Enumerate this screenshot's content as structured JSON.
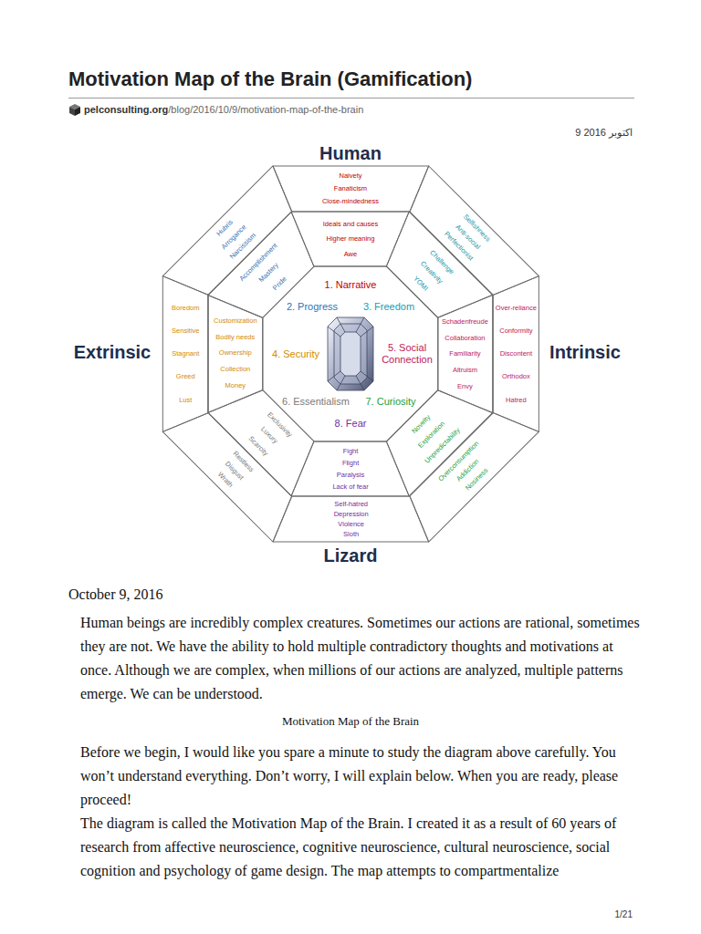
{
  "diagram": {
    "title": "Motivation Map of the Brain (Gamification)",
    "caption": "Motivation Map of the Brain",
    "nodes": [
      {
        "text": [
          "Naivety",
          "Fanaticism",
          "Close-mindedness"
        ]
      },
      {
        "text": [
          "Ideals and causes",
          "Higher meaning",
          "Awe"
        ]
      },
      {
        "text": [
          "Hubris",
          "Arrogance",
          "Narcissism"
        ]
      },
      {
        "text": [
          "Accomplishment",
          "Mastery",
          "Pride"
        ]
      },
      {
        "text": [
          "Challenge",
          "Creativity",
          "YOMI"
        ]
      },
      {
        "text": [
          "Selfishness",
          "Anti-social",
          "Perfectionist"
        ]
      },
      {
        "text": [
          "1. Narrative",
          "2. Progress",
          "3. Freedom",
          "4. Security",
          "5. Social Connection",
          "6. Essentialism",
          "7. Curiosity",
          "8. Fear"
        ]
      },
      {
        "text": [
          "Boredom",
          "Sensitive",
          "Stagnant",
          "Greed",
          "Lust"
        ]
      },
      {
        "text": [
          "Customization",
          "Bodily needs",
          "Ownership",
          "Collection",
          "Money"
        ]
      },
      {
        "text": [
          "Schadenfreude",
          "Collaboration",
          "Familiarity",
          "Altruism",
          "Envy"
        ]
      },
      {
        "text": [
          "Over-reliance",
          "Conformity",
          "Discontent",
          "Orthodox",
          "Hatred"
        ]
      },
      {
        "text": [
          "Exclusivity",
          "Luxury",
          "Scarcity"
        ]
      },
      {
        "text": [
          "Restless",
          "Disgust",
          "Wrath"
        ]
      },
      {
        "text": [
          "Novelty",
          "Exploration",
          "Unpredictability"
        ]
      },
      {
        "text": [
          "Overconsumption",
          "Addiction",
          "Nosiness"
        ]
      },
      {
        "text": [
          "Fight",
          "Flight",
          "Paralysis",
          "Lack of fear"
        ]
      },
      {
        "text": [
          "Self-hatred",
          "Depression",
          "Violence",
          "Sloth"
        ]
      }
    ],
    "labels": [
      "pelconsulting.org",
      "/blog/2016/10/9/motivation-map-of-the-brain",
      "9 2016 اكتوبر",
      "Human",
      "Extrinsic",
      "Intrinsic",
      "Lizard",
      "October 9, 2016",
      "Human beings are incredibly complex creatures. Sometimes our actions are rational, sometimes they are not. We have the ability to hold multiple contradictory thoughts and motivations at once. Although we are complex, when millions of our actions are analyzed, multiple patterns emerge. We can be understood.",
      "Before we begin, I would like you spare a minute to study the diagram above carefully. You won’t understand everything. Don’t worry, I will explain below. When you are ready, please proceed!",
      "The diagram is called the Motivation Map of the Brain. I created it as a result of 60 years of research from affective neuroscience, cognitive neuroscience, cultural neuroscience, social cognition and psychology of game design. The map attempts to compartmentalize",
      "1/21"
    ]
  }
}
